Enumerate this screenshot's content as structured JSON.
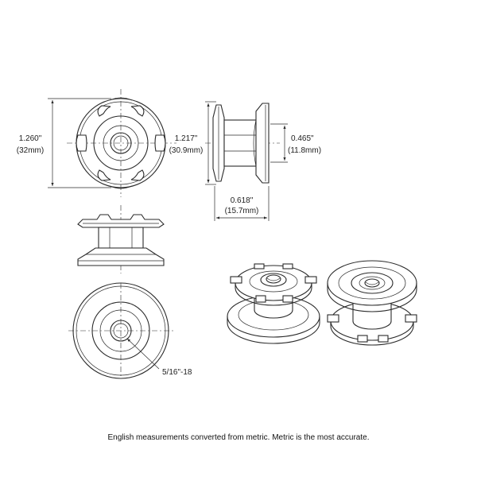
{
  "dimensions": {
    "front_diameter": {
      "imperial": "1.260\"",
      "metric": "(32mm)"
    },
    "flange_diameter": {
      "imperial": "1.217\"",
      "metric": "(30.9mm)"
    },
    "barrel_diameter": {
      "imperial": "0.465\"",
      "metric": "(11.8mm)"
    },
    "overall_length": {
      "imperial": "0.618\"",
      "metric": "(15.7mm)"
    },
    "thread": "5/16\"-18"
  },
  "footnote": "English measurements converted from metric. Metric is the most accurate."
}
